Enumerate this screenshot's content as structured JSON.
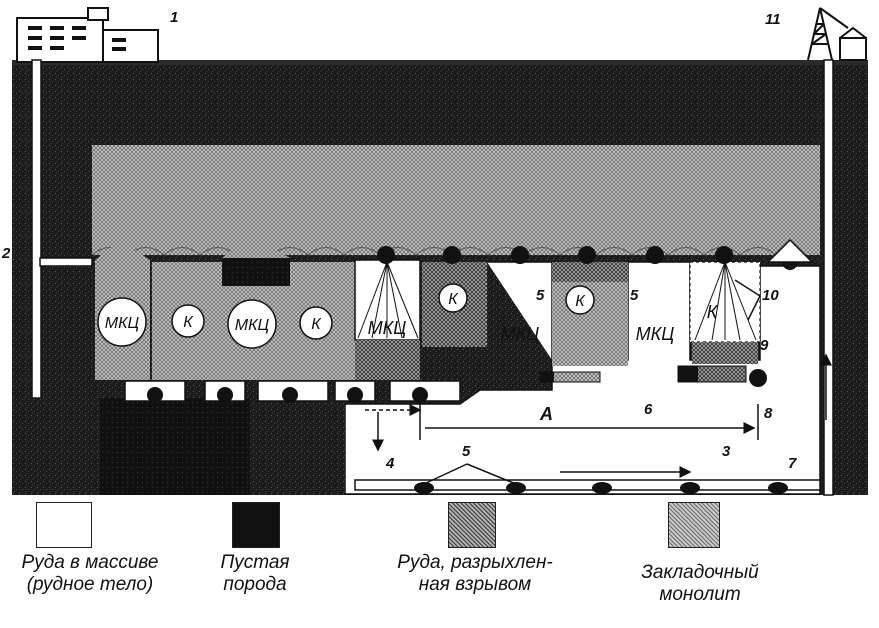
{
  "labels": {
    "n1": "1",
    "n2": "2",
    "n3": "3",
    "n4": "4",
    "n5": "5",
    "n6": "6",
    "n7": "7",
    "n8": "8",
    "n9": "9",
    "n10": "10",
    "n11": "11",
    "A": "А",
    "mkc": "МКЦ",
    "k": "К"
  },
  "legend": [
    {
      "line1": "Руда в массиве",
      "line2": "(рудное тело)",
      "pattern": "ore-massif"
    },
    {
      "line1": "Пустая",
      "line2": "порода",
      "pattern": "waste-rock"
    },
    {
      "line1": "Руда, разрыхлен-",
      "line2": "ная взрывом",
      "pattern": "blasted-ore"
    },
    {
      "line1": "Закладочный",
      "line2": "монолит",
      "pattern": "backfill"
    }
  ]
}
